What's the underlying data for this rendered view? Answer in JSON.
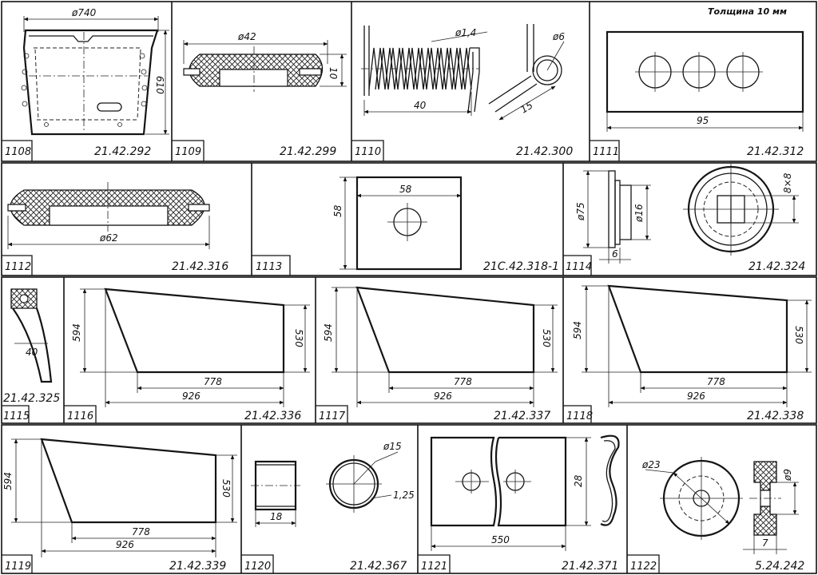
{
  "note_1111": "Толщина 10 мм",
  "parts": [
    {
      "num": "1108",
      "code": "21.42.292",
      "dims": [
        "ø740",
        "610"
      ]
    },
    {
      "num": "1109",
      "code": "21.42.299",
      "dims": [
        "ø42",
        "10"
      ]
    },
    {
      "num": "1110",
      "code": "21.42.300",
      "dims": [
        "ø1,4",
        "ø6",
        "40",
        "15"
      ]
    },
    {
      "num": "1111",
      "code": "21.42.312",
      "dims": [
        "95"
      ]
    },
    {
      "num": "1112",
      "code": "21.42.316",
      "dims": [
        "ø62"
      ]
    },
    {
      "num": "1113",
      "code": "21С.42.318-1",
      "dims": [
        "58",
        "58"
      ]
    },
    {
      "num": "1114",
      "code": "21.42.324",
      "dims": [
        "ø75",
        "ø16",
        "6",
        "8×8"
      ]
    },
    {
      "num": "1115",
      "code": "21.42.325",
      "dims": [
        "40"
      ]
    },
    {
      "num": "1116",
      "code": "21.42.336",
      "dims": [
        "594",
        "530",
        "778",
        "926"
      ]
    },
    {
      "num": "1117",
      "code": "21.42.337",
      "dims": [
        "594",
        "530",
        "778",
        "926"
      ]
    },
    {
      "num": "1118",
      "code": "21.42.338",
      "dims": [
        "594",
        "530",
        "778",
        "926"
      ]
    },
    {
      "num": "1119",
      "code": "21.42.339",
      "dims": [
        "594",
        "530",
        "778",
        "926"
      ]
    },
    {
      "num": "1120",
      "code": "21.42.367",
      "dims": [
        "18",
        "ø15",
        "1,25"
      ]
    },
    {
      "num": "1121",
      "code": "21.42.371",
      "dims": [
        "28",
        "550"
      ]
    },
    {
      "num": "1122",
      "code": "5.24.242",
      "dims": [
        "ø23",
        "ø9",
        "7"
      ]
    }
  ]
}
